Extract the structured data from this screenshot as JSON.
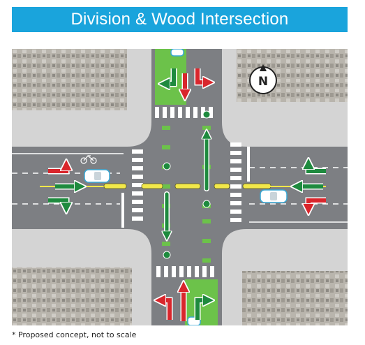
{
  "title": "Division & Wood Intersection",
  "compass_label": "N",
  "footnote": "* Proposed concept, not to scale",
  "colors": {
    "banner": "#1aa4dc",
    "road": "#7d7f83",
    "sidewalk": "#d4d4d4",
    "bike_lane": "#6cc24a",
    "center_line": "#f2e84a",
    "arrow_green": "#1e8a3e",
    "arrow_red": "#d9262c"
  },
  "icons": [
    "compass-icon",
    "bicycle-icon",
    "car-icon",
    "straight-arrow-icon",
    "left-turn-arrow-icon",
    "right-turn-arrow-icon"
  ]
}
